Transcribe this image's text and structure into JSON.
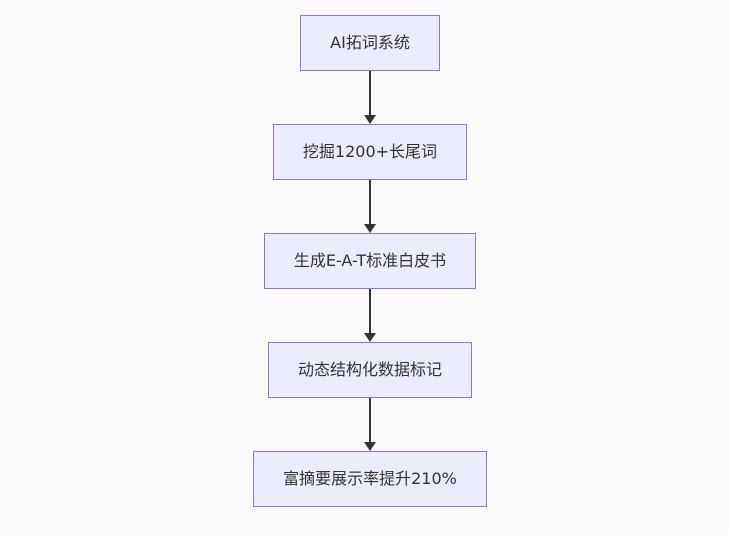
{
  "diagram": {
    "type": "flowchart",
    "direction": "top-down",
    "nodes": [
      {
        "id": "A",
        "label": "AI拓词系统"
      },
      {
        "id": "B",
        "label": "挖掘1200+长尾词"
      },
      {
        "id": "C",
        "label": "生成E-A-T标准白皮书"
      },
      {
        "id": "D",
        "label": "动态结构化数据标记"
      },
      {
        "id": "E",
        "label": "富摘要展示率提升210%"
      }
    ],
    "edges": [
      {
        "from": "A",
        "to": "B",
        "style": "arrow"
      },
      {
        "from": "B",
        "to": "C",
        "style": "arrow"
      },
      {
        "from": "C",
        "to": "D",
        "style": "arrow"
      },
      {
        "from": "D",
        "to": "E",
        "style": "arrow"
      }
    ],
    "colors": {
      "background": "#fafafa",
      "node_fill": "#ECECFF",
      "node_border": "#9370DB",
      "text": "#333333",
      "arrow": "#333333"
    }
  }
}
